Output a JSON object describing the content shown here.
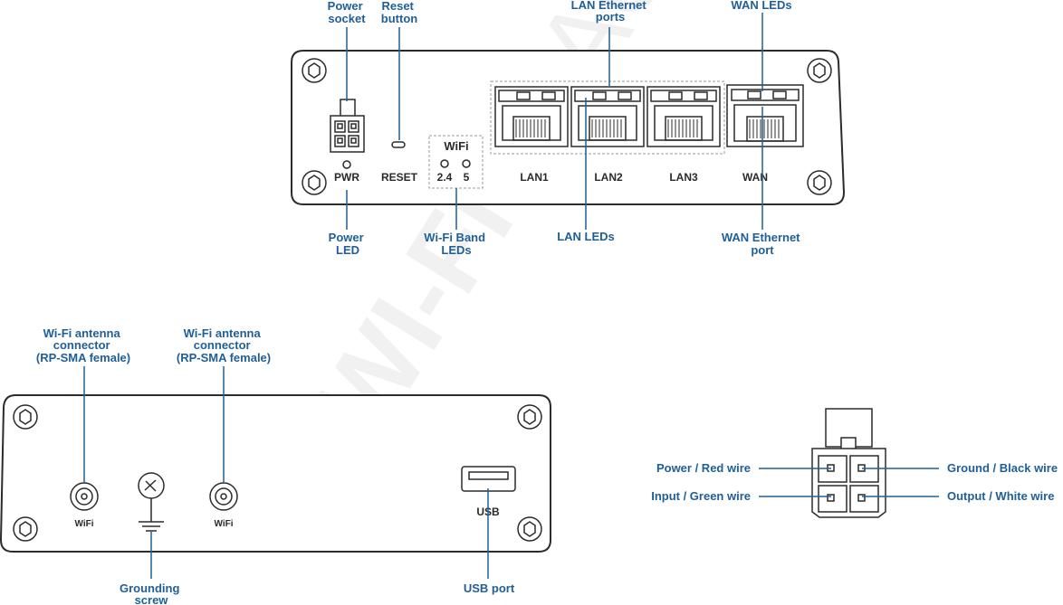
{
  "watermark": {
    "part1": "WI-FI",
    "part2": "MAG"
  },
  "front_panel": {
    "callouts": {
      "power_socket": [
        "Power",
        "socket"
      ],
      "reset_button": [
        "Reset",
        "button"
      ],
      "lan_ethernet_ports": [
        "LAN Ethernet",
        "ports"
      ],
      "wan_leds": [
        "WAN LEDs"
      ],
      "power_led": [
        "Power",
        "LED"
      ],
      "wifi_band_leds": [
        "Wi-Fi Band",
        "LEDs"
      ],
      "lan_leds": [
        "LAN LEDs"
      ],
      "wan_ethernet_port": [
        "WAN Ethernet",
        "port"
      ]
    },
    "port_labels": {
      "pwr": "PWR",
      "reset": "RESET",
      "lan1": "LAN1",
      "lan2": "LAN2",
      "lan3": "LAN3",
      "wan": "WAN"
    },
    "wifi_box": {
      "title": "WiFi",
      "band1": "2.4",
      "band2": "5"
    }
  },
  "back_panel": {
    "callouts": {
      "antenna_left": [
        "Wi-Fi antenna",
        "connector",
        "(RP-SMA female)"
      ],
      "antenna_right": [
        "Wi-Fi antenna",
        "connector",
        "(RP-SMA female)"
      ],
      "grounding_screw": [
        "Grounding",
        "screw"
      ],
      "usb_port": [
        "USB port"
      ]
    },
    "labels": {
      "wifi_left": "WiFi",
      "wifi_right": "WiFi",
      "usb": "USB"
    }
  },
  "power_connector": {
    "power_red": "Power / Red wire",
    "input_green": "Input / Green wire",
    "ground_black": "Ground / Black wire",
    "output_white": "Output / White wire"
  },
  "colors": {
    "callout": "#1f5f99",
    "outline": "#2b2b2b"
  }
}
